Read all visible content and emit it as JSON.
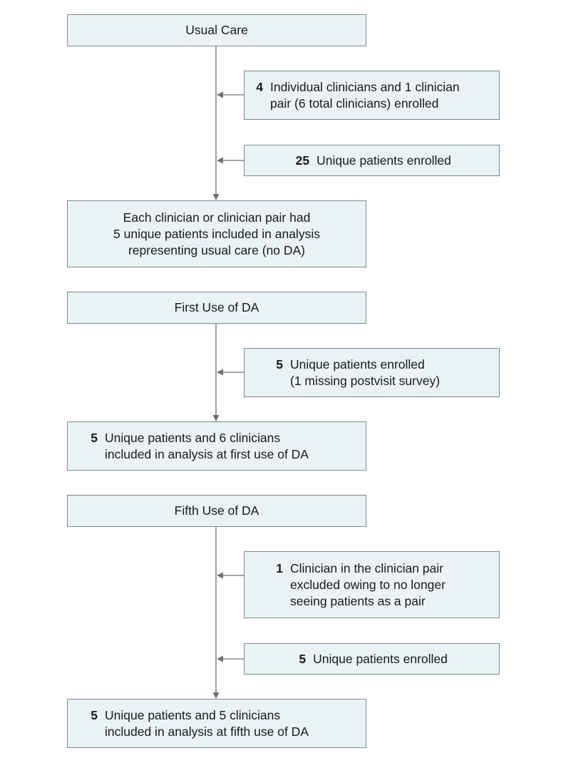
{
  "usual_care": {
    "header": "Usual Care",
    "enrolled_clinicians": {
      "count": "4",
      "lines": [
        "Individual clinicians and 1 clinician",
        "pair (6 total clinicians) enrolled"
      ]
    },
    "enrolled_patients": {
      "count": "25",
      "text": "Unique patients enrolled"
    },
    "analysis": {
      "lines": [
        "Each clinician or clinician pair had",
        "5 unique patients included in analysis",
        "representing usual care (no DA)"
      ]
    }
  },
  "first_use": {
    "header": "First Use of DA",
    "enrolled_patients": {
      "count": "5",
      "lines": [
        "Unique patients enrolled",
        "(1 missing postvisit survey)"
      ]
    },
    "analysis": {
      "count": "5",
      "lines": [
        "Unique patients and 6 clinicians",
        "included in analysis at first use of DA"
      ]
    }
  },
  "fifth_use": {
    "header": "Fifth Use of DA",
    "excluded": {
      "count": "1",
      "lines": [
        "Clinician in the clinician pair",
        "excluded owing to no longer",
        "seeing patients as a pair"
      ]
    },
    "enrolled_patients": {
      "count": "5",
      "text": "Unique patients enrolled"
    },
    "analysis": {
      "count": "5",
      "lines": [
        "Unique patients and 5 clinicians",
        "included in analysis at fifth use of DA"
      ]
    }
  },
  "colors": {
    "box_fill": "#eaf2f4",
    "box_border": "#7a8a90",
    "arrow": "#707070"
  }
}
